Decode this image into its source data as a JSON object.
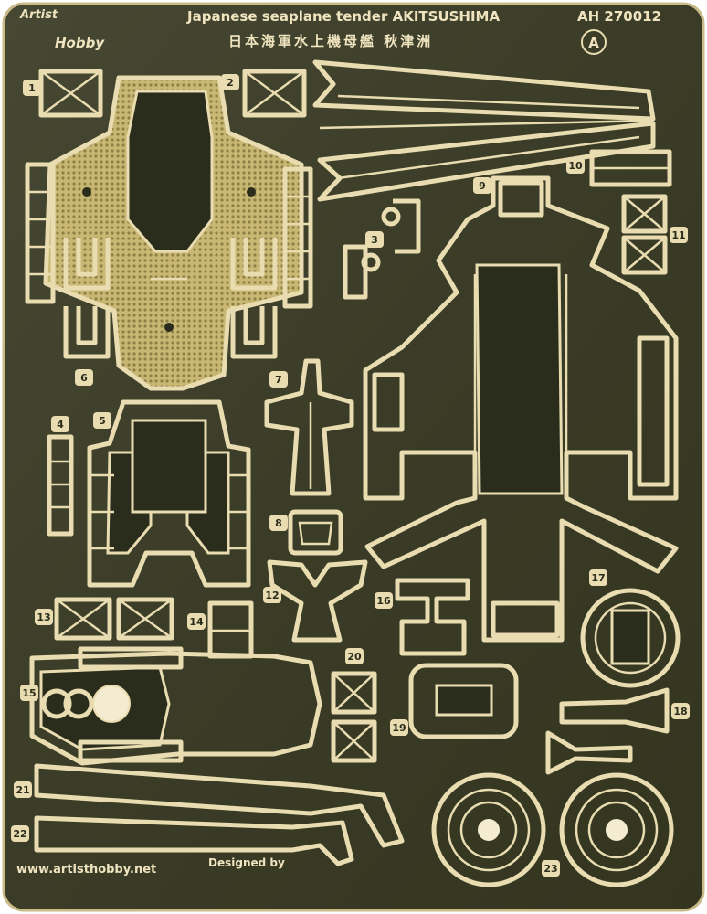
{
  "fret": {
    "brand_line1": "Artist",
    "brand_line2": "Hobby",
    "title": "Japanese seaplane tender AKITSUSHIMA",
    "subtitle_jp": "日本海軍水上機母艦 秋津洲",
    "code": "AH 270012",
    "sheet_letter": "A",
    "website": "www.artisthobby.net",
    "designed_by": "Designed by"
  },
  "part_numbers": [
    "1",
    "2",
    "3",
    "4",
    "5",
    "6",
    "7",
    "8",
    "9",
    "10",
    "11",
    "12",
    "13",
    "14",
    "15",
    "16",
    "17",
    "18",
    "19",
    "20",
    "21",
    "22",
    "23"
  ],
  "colors": {
    "fret_base": "#3b3d28",
    "brass_highlight": "#e8dcb0",
    "brass_dark": "#2b2d1c"
  }
}
